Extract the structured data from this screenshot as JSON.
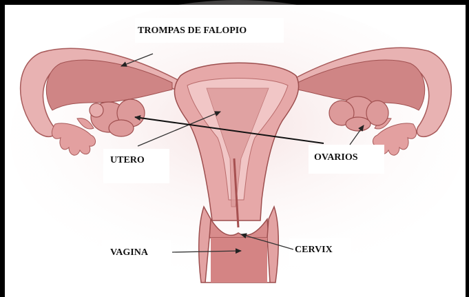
{
  "labels": {
    "tubes": "TROMPAS DE FALOPIO",
    "uterus": "UTERO",
    "ovaries": "OVARIOS",
    "vagina": "VAGINA",
    "cervix": "CERVIX"
  },
  "colors": {
    "tissue": "#e6a8a8",
    "tissue_dark": "#c97b7b",
    "cavity": "#d98f8f",
    "canal": "#c06a6a",
    "outline": "#9c4e4e",
    "background": "#ffffff"
  }
}
